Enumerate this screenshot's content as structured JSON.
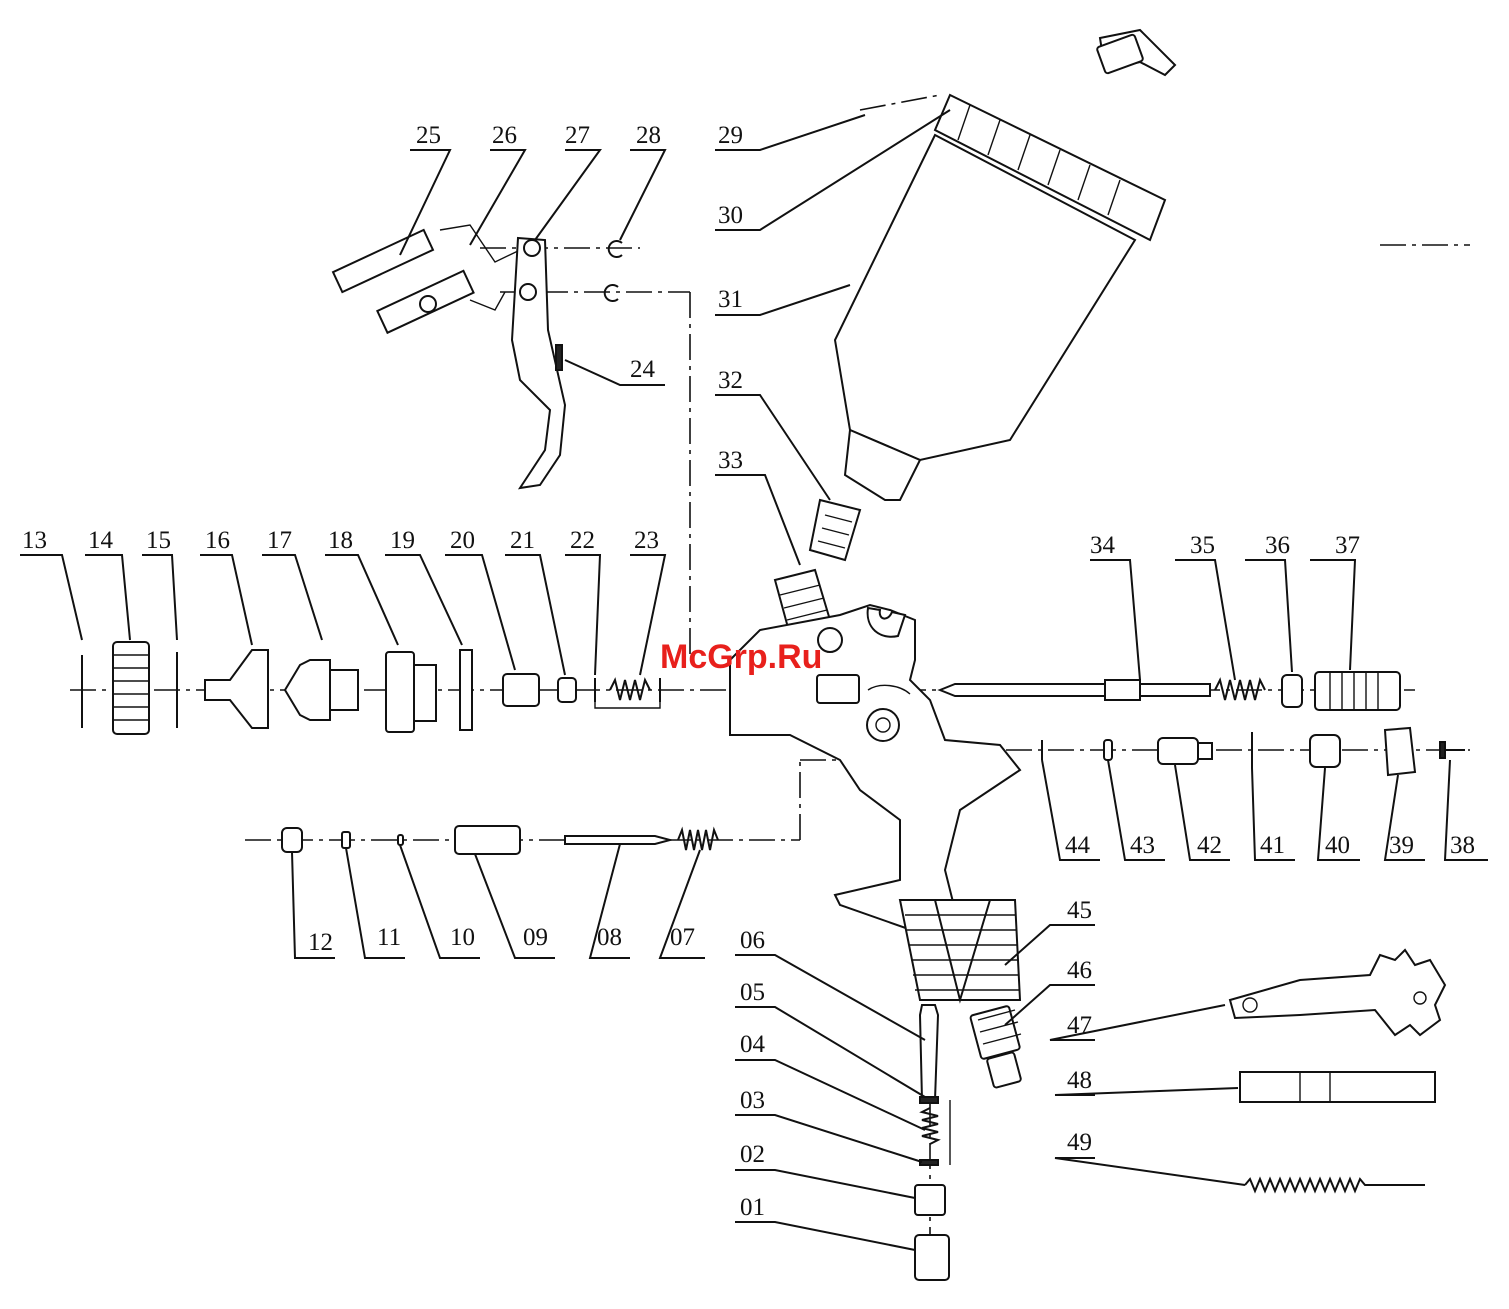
{
  "watermark": {
    "text": "McGrp.Ru",
    "color": "#e8201c"
  },
  "callouts": [
    {
      "id": "c01",
      "label": "01"
    },
    {
      "id": "c02",
      "label": "02"
    },
    {
      "id": "c03",
      "label": "03"
    },
    {
      "id": "c04",
      "label": "04"
    },
    {
      "id": "c05",
      "label": "05"
    },
    {
      "id": "c06",
      "label": "06"
    },
    {
      "id": "c07",
      "label": "07"
    },
    {
      "id": "c08",
      "label": "08"
    },
    {
      "id": "c09",
      "label": "09"
    },
    {
      "id": "c10",
      "label": "10"
    },
    {
      "id": "c11",
      "label": "11"
    },
    {
      "id": "c12",
      "label": "12"
    },
    {
      "id": "c13",
      "label": "13"
    },
    {
      "id": "c14",
      "label": "14"
    },
    {
      "id": "c15",
      "label": "15"
    },
    {
      "id": "c16",
      "label": "16"
    },
    {
      "id": "c17",
      "label": "17"
    },
    {
      "id": "c18",
      "label": "18"
    },
    {
      "id": "c19",
      "label": "19"
    },
    {
      "id": "c20",
      "label": "20"
    },
    {
      "id": "c21",
      "label": "21"
    },
    {
      "id": "c22",
      "label": "22"
    },
    {
      "id": "c23",
      "label": "23"
    },
    {
      "id": "c24",
      "label": "24"
    },
    {
      "id": "c25",
      "label": "25"
    },
    {
      "id": "c26",
      "label": "26"
    },
    {
      "id": "c27",
      "label": "27"
    },
    {
      "id": "c28",
      "label": "28"
    },
    {
      "id": "c29",
      "label": "29"
    },
    {
      "id": "c30",
      "label": "30"
    },
    {
      "id": "c31",
      "label": "31"
    },
    {
      "id": "c32",
      "label": "32"
    },
    {
      "id": "c33",
      "label": "33"
    },
    {
      "id": "c34",
      "label": "34"
    },
    {
      "id": "c35",
      "label": "35"
    },
    {
      "id": "c36",
      "label": "36"
    },
    {
      "id": "c37",
      "label": "37"
    },
    {
      "id": "c38",
      "label": "38"
    },
    {
      "id": "c39",
      "label": "39"
    },
    {
      "id": "c40",
      "label": "40"
    },
    {
      "id": "c41",
      "label": "41"
    },
    {
      "id": "c42",
      "label": "42"
    },
    {
      "id": "c43",
      "label": "43"
    },
    {
      "id": "c44",
      "label": "44"
    },
    {
      "id": "c45",
      "label": "45"
    },
    {
      "id": "c46",
      "label": "46"
    },
    {
      "id": "c47",
      "label": "47"
    },
    {
      "id": "c48",
      "label": "48"
    },
    {
      "id": "c49",
      "label": "49"
    }
  ]
}
